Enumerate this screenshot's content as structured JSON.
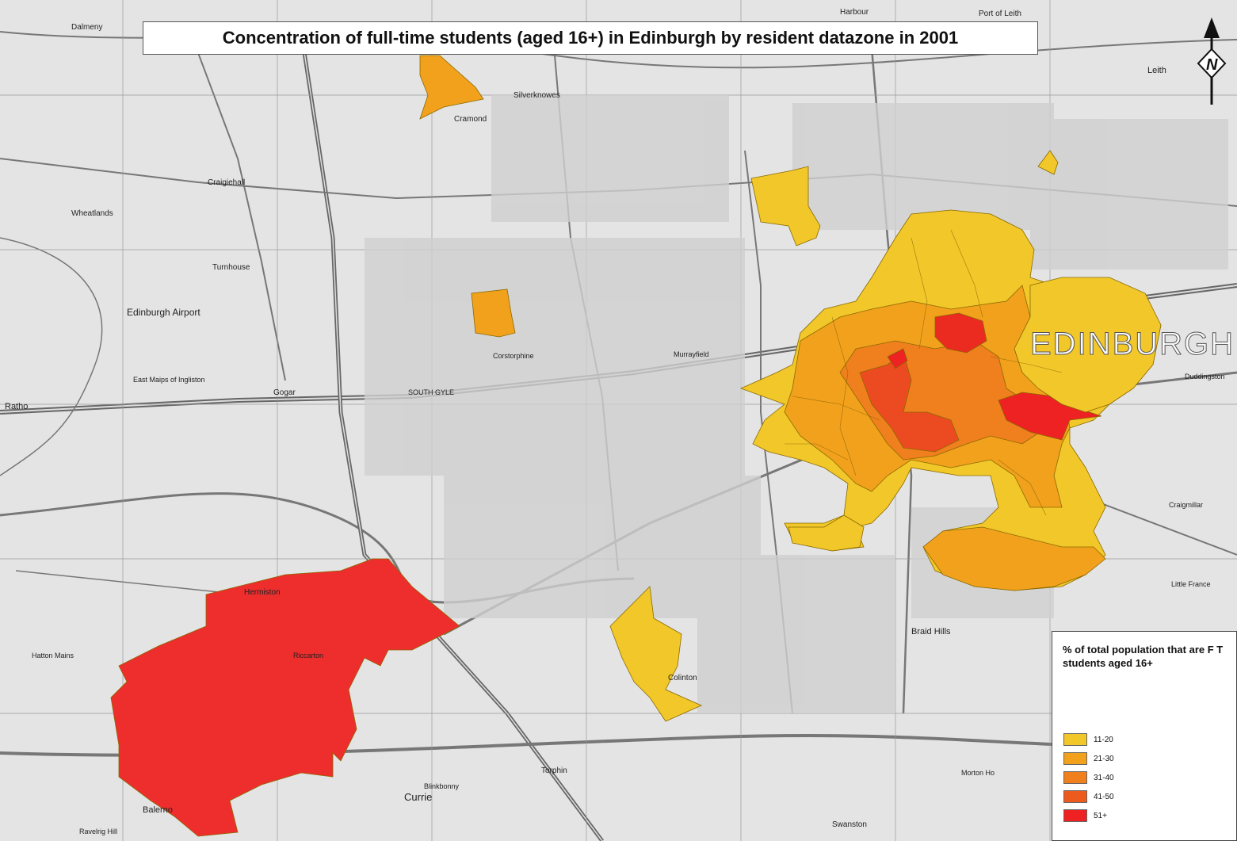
{
  "title": "Concentration of full-time students (aged 16+) in Edinburgh by resident datazone in 2001",
  "north_arrow": {
    "label": "N",
    "icon": "north-arrow-icon"
  },
  "legend": {
    "title": "% of total population that are F T students aged 16+",
    "items": [
      {
        "label": "11-20",
        "color": "#f1c72a"
      },
      {
        "label": "21-30",
        "color": "#f2a11c"
      },
      {
        "label": "31-40",
        "color": "#f07f1d"
      },
      {
        "label": "41-50",
        "color": "#ec5a1e"
      },
      {
        "label": "51+",
        "color": "#ee2222"
      }
    ]
  },
  "places": {
    "dalmeny": "Dalmeny",
    "harbour": "Harbour",
    "port_of_leith": "Port of Leith",
    "leith": "Leith",
    "cramond": "Cramond",
    "silverknowes": "Silverknowes",
    "craigiehall": "Craigiehall",
    "wheatlands": "Wheatlands",
    "turnhouse": "Turnhouse",
    "edinburgh_airport": "Edinburgh Airport",
    "east_maips": "East Maips of Ingliston",
    "gogar": "Gogar",
    "south_gyle": "SOUTH GYLE",
    "hermiston": "Hermiston",
    "currie": "Currie",
    "balerno": "Balerno",
    "colinton": "Colinton",
    "braid_hills": "Braid Hills",
    "swanston": "Swanston",
    "edinburgh": "EDINBURGH",
    "duddingston": "Duddingston",
    "craigmillar": "Craigmillar",
    "little_france": "Little France",
    "ravelrig_hill": "Ravelrig Hill",
    "torphin": "Torphin",
    "murrayfield": "Murrayfield",
    "corstorphine": "Corstorphine",
    "ratho": "Ratho",
    "hatton_mains": "Hatton Mains",
    "blinkbonny": "Blinkbonny",
    "morton_ho": "Morton Ho",
    "riccarton": "Riccarton"
  }
}
